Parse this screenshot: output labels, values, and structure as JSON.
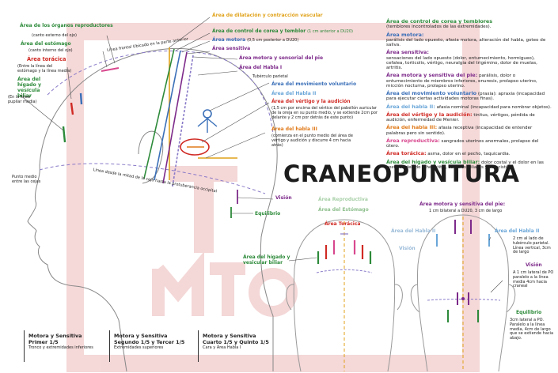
{
  "title": "CRANEOPUNTURA",
  "left_labels": {
    "organos": {
      "name": "Área de los órganos reproductores",
      "note": "(canto externo del ojo)"
    },
    "estomago": {
      "name": "Área del estómago",
      "note": "(canto interno del ojo)"
    },
    "toracica": {
      "name": "Área torácica",
      "note": "(Entre la línea del estómago y la línea media)"
    },
    "higado": {
      "name": "Área del hígado y vesícula biliar",
      "note": "(En la línea pupilar media)"
    },
    "punto_medio": "Punto medio entre las cejas",
    "linea_fronto": "Línea frontal Ubicado en la parte anterior",
    "linea_cejas": "Línea desde la mitad de la ceja hasta la protuberancia occipital"
  },
  "center_labels": {
    "dilatacion": "Área de dilatación y contracción vascular",
    "corea": {
      "name": "Área de control de corea y temblor",
      "note": "(1 cm anterior a DU20)"
    },
    "motora": {
      "name": "Área motora",
      "note": "(0,5 cm posterior a DU20)"
    },
    "sensitiva": "Área sensitiva",
    "motora_sensorial": "Área motora y sensorial del pie",
    "habla1": "Área del Habla I",
    "tuberculo": "Tubérculo parietal",
    "movimiento": "Área del movimiento voluntario",
    "habla2": "Área del Habla II",
    "vertigo": {
      "name": "Área del vértigo y la audición",
      "note": "(1,5 cm por encima del vértice del pabellón auricular de la oreja en su punto medio, y se extiende 2cm por delante y 2 cm por detrás de este punto)"
    },
    "habla3": {
      "name": "Área del habla III",
      "note": "(comienza en el punto medio del área de vértigo y audición y discurre 4 cm hacia atrás)"
    },
    "vision": "Visión",
    "equilibrio": "Equilibrio"
  },
  "right_list": [
    {
      "name": "Área de control de corea y temblores",
      "desc": "(temblores incontrolados de las extremidades)."
    },
    {
      "name": "Área motora:",
      "desc": "parálisis del lado opuesto, afasia motora, alteración del habla, goteo de saliva."
    },
    {
      "name": "Área sensitiva:",
      "desc": "sensaciones del lado opuesto (dolor, entumecimiento, hormigueo), cefalea, torticolis, vértigo, neuralgia del trigémino, dolor de muelas, artritis."
    },
    {
      "name": "Área motora y sensitiva del pie:",
      "desc": "parálisis, dolor o entumecimiento de miembros inferiores, enuresis, prolapso uterino, micción nocturna, prolapso uterino."
    },
    {
      "name": "Área del movimiento voluntario",
      "desc": "(praxia): apraxia (incapacidad para ejecutar ciertas actividades motoras finas)."
    },
    {
      "name": "Área del habla II:",
      "desc": "afasia nominal (incapacidad para nombrar objetos)."
    },
    {
      "name": "Área del vértigo y la audición:",
      "desc": "tinitus, vértigos, pérdida de audición, enfermedad de Menier."
    },
    {
      "name": "Área del habla III:",
      "desc": "afasia receptiva (incapacidad de entender palabras pero sin sentido)."
    },
    {
      "name": "Área reproductiva:",
      "desc": "sangrados uterinos anormales, prolapso del útero."
    },
    {
      "name": "Área torácica:",
      "desc": "asma, dolor en el pecho, taquicardia."
    },
    {
      "name": "Área del hígado y vesícula biliar:",
      "desc": "dolor costal y el dolor en las costillas debido a hepatitis, cálculos biliares y colecistitis."
    }
  ],
  "bottom_center": {
    "reproductiva": "Área Reproductiva",
    "estomago": "Área del Estómago",
    "toracica": "Área Torácica",
    "higado": "Área del hígado y vesicular biliar",
    "vision": "Visión"
  },
  "bottom_right": {
    "pie": {
      "name": "Área motora y sensitiva del pie:",
      "note": "1 cm bilateral a DU20, 3 cm de largo"
    },
    "habla2": "Área del Habla II",
    "habla2_note": "2 cm al lado de tubérculo parietal. Línea vertical, 3cm de largo",
    "vision": "Visión",
    "vision_note": "A 1 cm lateral de PO paralelo a la línea media 4cm hacia craneal",
    "equilibrio": "Equilibrio",
    "equilibrio_note": "3cm lateral a PO. Paralelo a la línea media, 4cm de largo que se extiende hacia abajo."
  },
  "footer": [
    {
      "head": "Motora y Sensitiva",
      "head2": "Primer 1/5",
      "sub": "Tronco y extremidades inferiores"
    },
    {
      "head": "Motora y Sensitiva",
      "head2": "Segundo 1/5 y Tercer 1/5",
      "sub": "Extremidades superiores"
    },
    {
      "head": "Motora y Sensitiva",
      "head2": "Cuarto 1/5 y Quinto 1/5",
      "sub": "Cara y Área Habla I"
    }
  ],
  "colors": {
    "accent_green": "#2d8a3a",
    "gold": "#e0a21a",
    "purple": "#7d2a8a",
    "blue": "#3a6fb8",
    "red": "#d02a24",
    "pink": "#d8488e",
    "watermark": "#e8a8a8"
  }
}
